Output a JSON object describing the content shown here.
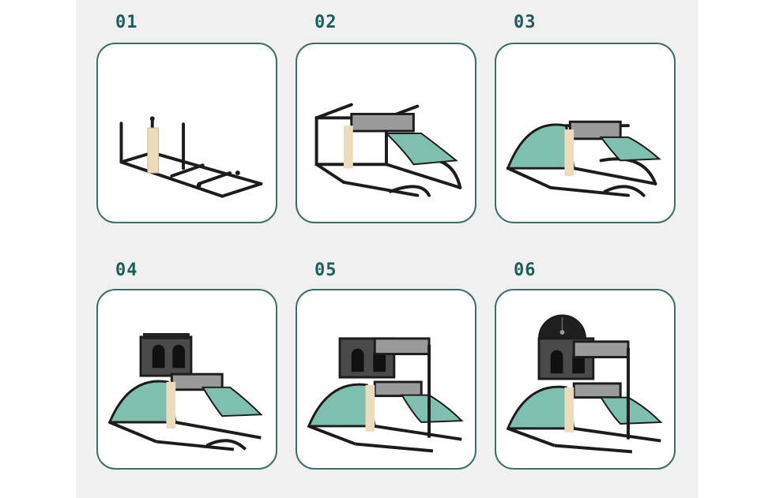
{
  "steps": [
    {
      "number": "01"
    },
    {
      "number": "02"
    },
    {
      "number": "03"
    },
    {
      "number": "04"
    },
    {
      "number": "05"
    },
    {
      "number": "06"
    }
  ],
  "colors": {
    "accent": "#1e5e5a",
    "card_border": "#3f6b68",
    "frame": "#1c1c1c",
    "mesh": "#7fbfb0",
    "sisal": "#ecdcbc",
    "plush": "#9a9a9a",
    "condo": "#4a4a4a"
  }
}
